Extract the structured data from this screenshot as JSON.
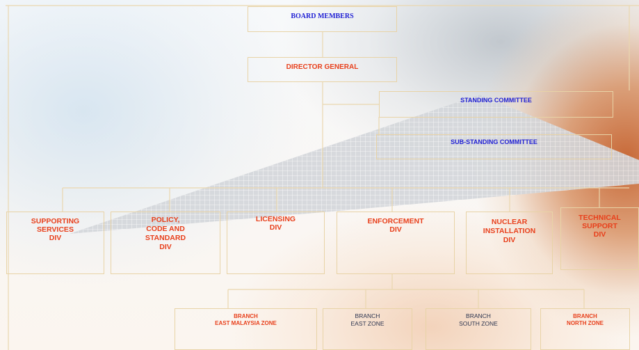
{
  "chart": {
    "board": "BOARD MEMBERS",
    "director": "DIRECTOR GENERAL",
    "standing": "STANDING COMMITTEE",
    "sub_standing": "SUB-STANDING COMMITTEE",
    "divisions": [
      [
        "SUPPORTING",
        "SERVICES",
        "DIV"
      ],
      [
        "POLICY,",
        "CODE AND",
        "STANDARD",
        "DIV"
      ],
      [
        "LICENSING",
        "DIV"
      ],
      [
        "ENFORCEMENT",
        "DIV"
      ],
      [
        "NUCLEAR",
        "INSTALLATION",
        "DIV"
      ],
      [
        "TECHNICAL",
        "SUPPORT",
        "DIV"
      ]
    ],
    "branches": [
      [
        "BRANCH",
        "EAST MALAYSIA ZONE"
      ],
      [
        "BRANCH",
        "EAST ZONE"
      ],
      [
        "BRANCH",
        "SOUTH ZONE"
      ],
      [
        "BRANCH",
        "NORTH ZONE"
      ]
    ]
  },
  "colors": {
    "connector": "#ead7ae",
    "heading_blue": "#1f1fd4",
    "division_red": "#e8401c",
    "branch_navy": "#2d3550"
  }
}
